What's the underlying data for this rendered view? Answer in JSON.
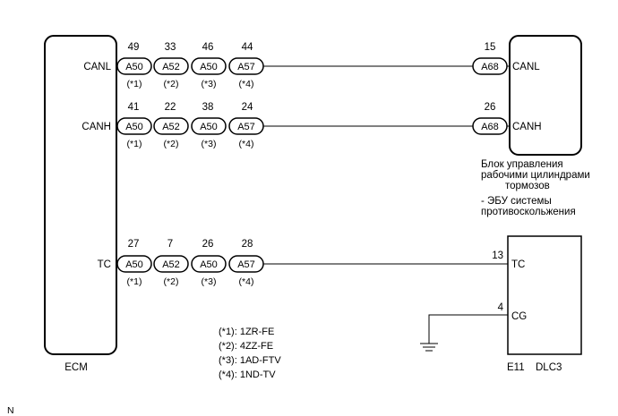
{
  "ecm": {
    "name": "ECM",
    "signals": [
      {
        "label": "CANL",
        "connectors": [
          {
            "id": "A50",
            "pin": "49",
            "note": "(*1)"
          },
          {
            "id": "A52",
            "pin": "33",
            "note": "(*2)"
          },
          {
            "id": "A50",
            "pin": "46",
            "note": "(*3)"
          },
          {
            "id": "A57",
            "pin": "44",
            "note": "(*4)"
          }
        ]
      },
      {
        "label": "CANH",
        "connectors": [
          {
            "id": "A50",
            "pin": "41",
            "note": "(*1)"
          },
          {
            "id": "A52",
            "pin": "22",
            "note": "(*2)"
          },
          {
            "id": "A50",
            "pin": "38",
            "note": "(*3)"
          },
          {
            "id": "A57",
            "pin": "24",
            "note": "(*4)"
          }
        ]
      },
      {
        "label": "TC",
        "connectors": [
          {
            "id": "A50",
            "pin": "27",
            "note": "(*1)"
          },
          {
            "id": "A52",
            "pin": "7",
            "note": "(*2)"
          },
          {
            "id": "A50",
            "pin": "26",
            "note": "(*3)"
          },
          {
            "id": "A57",
            "pin": "28",
            "note": "(*4)"
          }
        ]
      }
    ]
  },
  "brake_unit": {
    "caption_lines": [
      "Блок управления",
      "рабочими цилиндрами",
      "тормозов",
      "- ЭБУ системы",
      "противоскольжения"
    ],
    "terminals": [
      {
        "label": "CANL",
        "connector": "A68",
        "pin": "15"
      },
      {
        "label": "CANH",
        "connector": "A68",
        "pin": "26"
      }
    ]
  },
  "dlc3": {
    "connector": "E11",
    "name": "DLC3",
    "terminals": [
      {
        "label": "TC",
        "pin": "13"
      },
      {
        "label": "CG",
        "pin": "4"
      }
    ]
  },
  "legend": [
    "(*1): 1ZR-FE",
    "(*2): 4ZZ-FE",
    "(*3): 1AD-FTV",
    "(*4): 1ND-TV"
  ],
  "corner_mark": "N"
}
